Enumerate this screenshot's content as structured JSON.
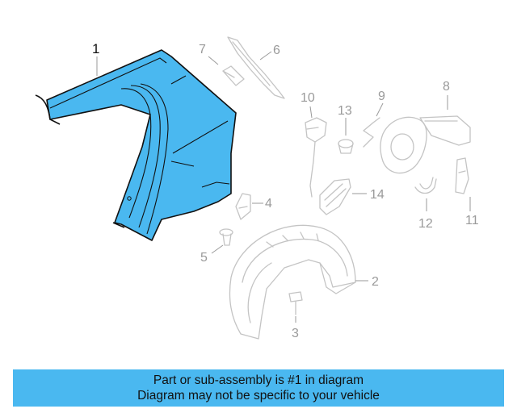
{
  "diagram": {
    "highlight_color": "#4ab8f0",
    "ghost_color": "#c4c4c4",
    "highlighted_part": "1",
    "callouts": [
      "1",
      "2",
      "3",
      "4",
      "5",
      "6",
      "7",
      "8",
      "9",
      "10",
      "11",
      "12",
      "13",
      "14"
    ]
  },
  "banner": {
    "line1": "Part or sub-assembly is #1 in diagram",
    "line2": "Diagram may not be specific to your vehicle"
  }
}
